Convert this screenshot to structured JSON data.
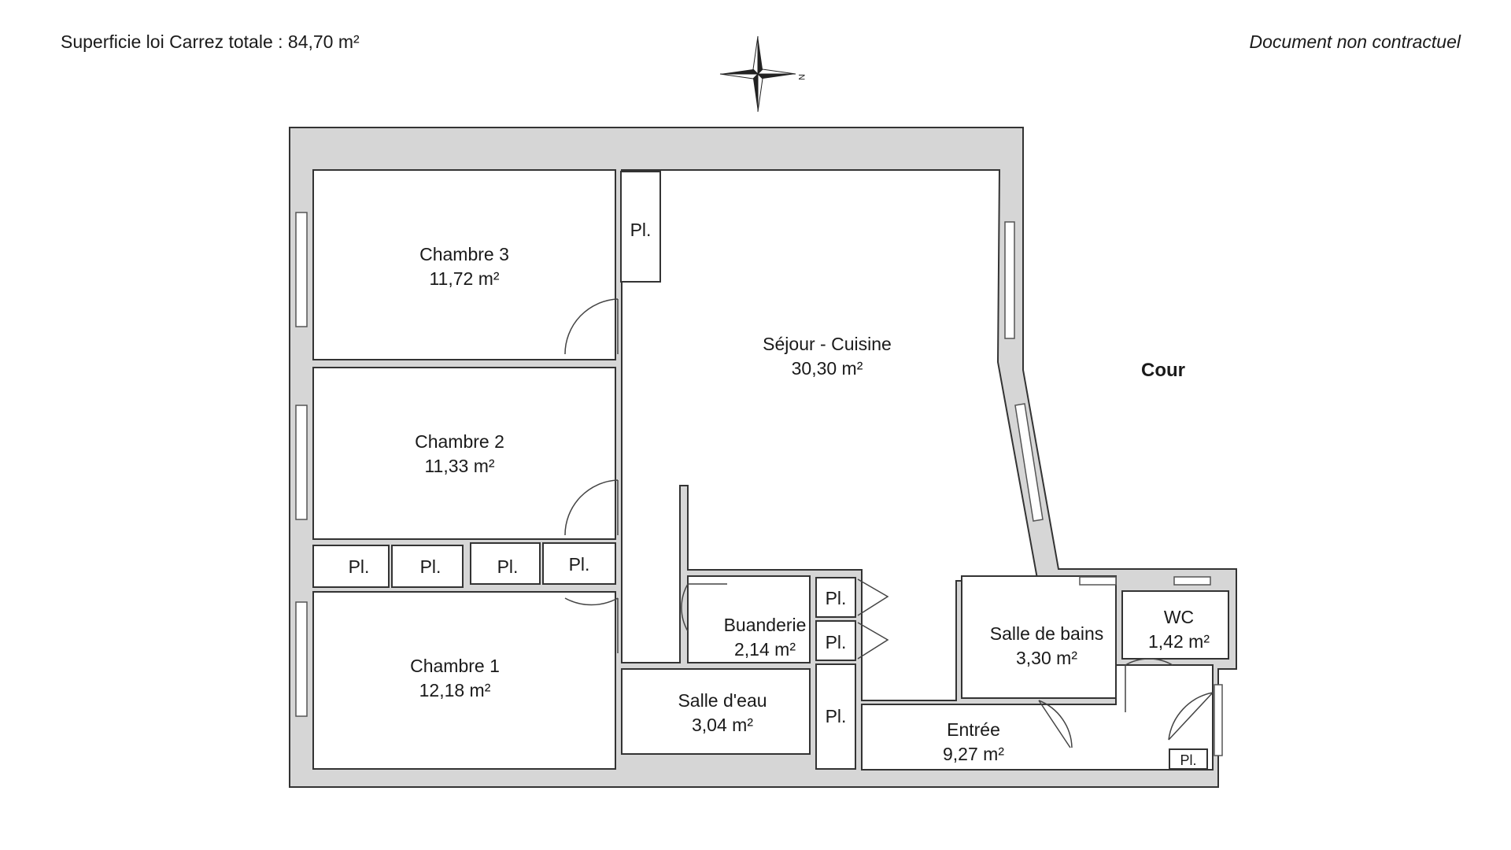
{
  "header": {
    "surface": "Superficie loi Carrez totale :  84,70 m²",
    "disclaimer": "Document non contractuel"
  },
  "compass": {
    "north_label": "N"
  },
  "outside": {
    "cour": "Cour"
  },
  "rooms": {
    "chambre3": {
      "name": "Chambre 3",
      "area": "11,72 m²"
    },
    "chambre2": {
      "name": "Chambre 2",
      "area": "11,33 m²"
    },
    "chambre1": {
      "name": "Chambre 1",
      "area": "12,18 m²"
    },
    "sejour": {
      "name": "Séjour - Cuisine",
      "area": "30,30 m²"
    },
    "buanderie": {
      "name": "Buanderie",
      "area": "2,14 m²"
    },
    "salle_eau": {
      "name": "Salle d'eau",
      "area": "3,04 m²"
    },
    "sdb": {
      "name": "Salle de bains",
      "area": "3,30 m²"
    },
    "wc": {
      "name": "WC",
      "area": "1,42 m²"
    },
    "entree": {
      "name": "Entrée",
      "area": "9,27 m²"
    }
  },
  "placard_label": "Pl."
}
